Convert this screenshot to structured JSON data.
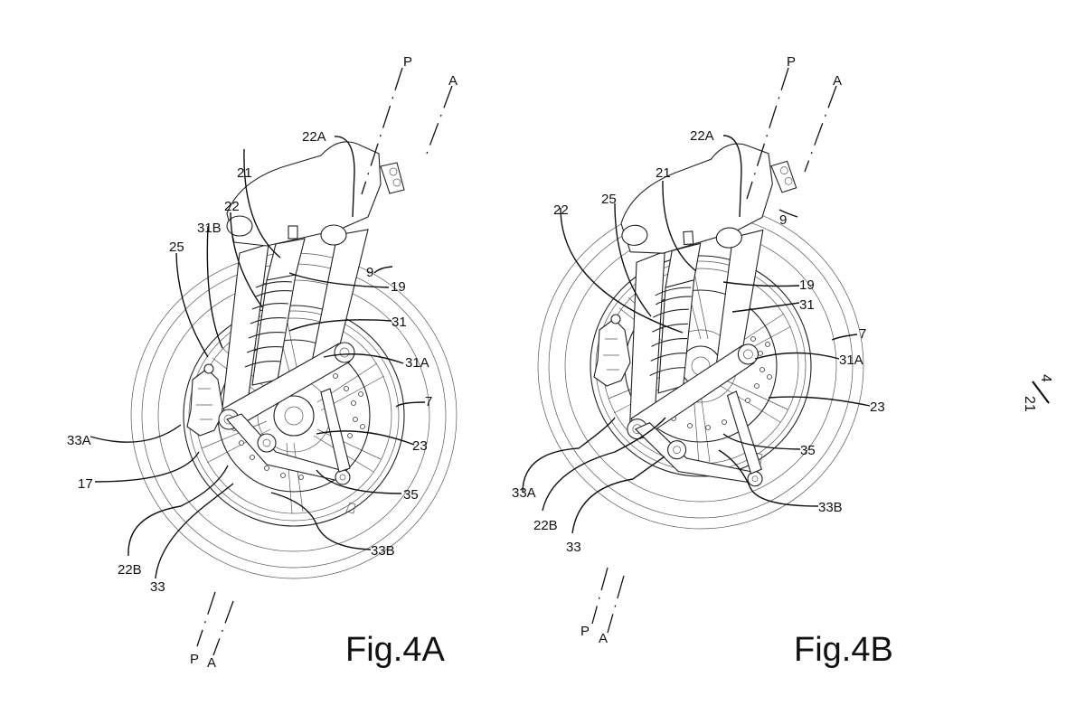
{
  "page": {
    "sheet_number": "4",
    "sheet_total": "21"
  },
  "figures": [
    {
      "id": "fig-4a",
      "caption": "Fig.4A",
      "axes": {
        "top": [
          "P",
          "A"
        ],
        "bottom": [
          "P",
          "A"
        ]
      },
      "labels": [
        "22A",
        "21",
        "22",
        "31B",
        "25",
        "9",
        "19",
        "31",
        "31A",
        "7",
        "33A",
        "17",
        "23",
        "35",
        "22B",
        "33",
        "33B"
      ]
    },
    {
      "id": "fig-4b",
      "caption": "Fig.4B",
      "axes": {
        "top": [
          "P",
          "A"
        ],
        "bottom": [
          "P",
          "A"
        ]
      },
      "labels": [
        "22A",
        "21",
        "22",
        "25",
        "9",
        "19",
        "31",
        "7",
        "31A",
        "23",
        "35",
        "33A",
        "22B",
        "33",
        "33B"
      ]
    }
  ]
}
